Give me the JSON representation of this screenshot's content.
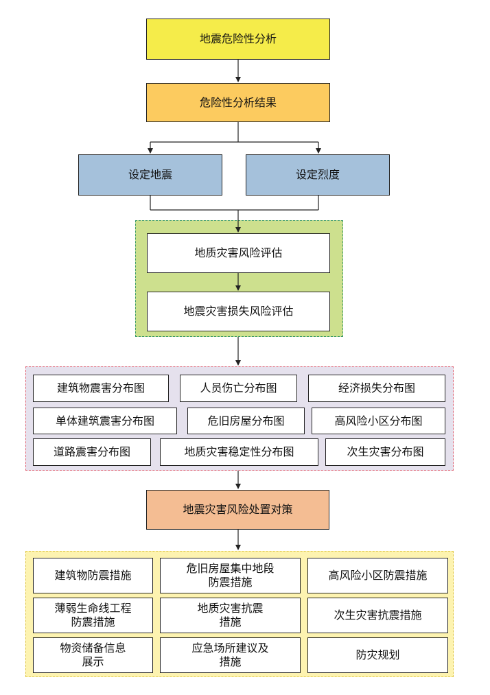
{
  "flow": {
    "hazard_analysis": "地震危险性分析",
    "hazard_result": "危险性分析结果",
    "set_earthquake": "设定地震",
    "set_intensity": "设定烈度",
    "geo_risk": "地质灾害风险评估",
    "loss_risk": "地震灾害损失风险评估",
    "countermeasures": "地震灾害风险处置对策"
  },
  "maps": {
    "row1": [
      "建筑物震害分布图",
      "人员伤亡分布图",
      "经济损失分布图"
    ],
    "row2": [
      "单体建筑震害分布图",
      "危旧房屋分布图",
      "高风险小区分布图"
    ],
    "row3": [
      "道路震害分布图",
      "地质灾害稳定性分布图",
      "次生灾害分布图"
    ]
  },
  "measures": {
    "row1": [
      "建筑物防震措施",
      "危旧房屋集中地段\n防震措施",
      "高风险小区防震措施"
    ],
    "row2": [
      "薄弱生命线工程\n防震措施",
      "地质灾害抗震\n措施",
      "次生灾害抗震措施"
    ],
    "row3": [
      "物资储备信息\n展示",
      "应急场所建议及\n措施",
      "防灾规划"
    ]
  },
  "colors": {
    "yellow": "#f5ec4a",
    "orange": "#fccb5f",
    "blue": "#a5c1db",
    "green_region": "#cde08e",
    "lilac_region": "#e5e1ed",
    "salmon": "#f4bd93",
    "cream_region": "#fdf3b0",
    "green_dash": "#3a9a6a",
    "red_dash": "#e06a7a",
    "yellow_dash": "#e0c84a",
    "line": "#222222"
  }
}
